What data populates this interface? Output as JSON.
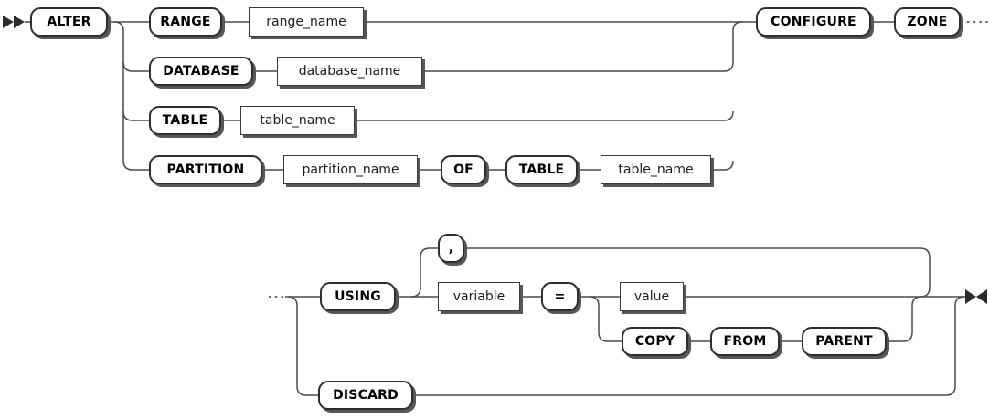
{
  "diagram": {
    "kind": "railroad-syntax-diagram",
    "statement": "ALTER ... CONFIGURE ZONE",
    "icons": {
      "start_marker": "▶▶",
      "end_marker": "▶◀",
      "continuation_dots": "⋯"
    },
    "colors": {
      "background": "#ffffff",
      "line": "#4a4a4a",
      "box_border": "#2e2e2e",
      "box_shadow": "#575757",
      "text": "#000000"
    },
    "nodes": [
      {
        "id": "alter",
        "type": "keyword",
        "label": "ALTER"
      },
      {
        "id": "range",
        "type": "keyword",
        "label": "RANGE"
      },
      {
        "id": "range_name",
        "type": "variable",
        "label": "range_name"
      },
      {
        "id": "database",
        "type": "keyword",
        "label": "DATABASE"
      },
      {
        "id": "database_name",
        "type": "variable",
        "label": "database_name"
      },
      {
        "id": "table",
        "type": "keyword",
        "label": "TABLE"
      },
      {
        "id": "table_name",
        "type": "variable",
        "label": "table_name"
      },
      {
        "id": "partition",
        "type": "keyword",
        "label": "PARTITION"
      },
      {
        "id": "partition_name",
        "type": "variable",
        "label": "partition_name"
      },
      {
        "id": "of",
        "type": "keyword",
        "label": "OF"
      },
      {
        "id": "table_2",
        "type": "keyword",
        "label": "TABLE"
      },
      {
        "id": "table_name_2",
        "type": "variable",
        "label": "table_name"
      },
      {
        "id": "configure",
        "type": "keyword",
        "label": "CONFIGURE"
      },
      {
        "id": "zone",
        "type": "keyword",
        "label": "ZONE"
      },
      {
        "id": "using",
        "type": "keyword",
        "label": "USING"
      },
      {
        "id": "comma",
        "type": "keyword",
        "label": ","
      },
      {
        "id": "variable",
        "type": "variable",
        "label": "variable"
      },
      {
        "id": "equals",
        "type": "keyword",
        "label": "="
      },
      {
        "id": "value",
        "type": "variable",
        "label": "value"
      },
      {
        "id": "copy",
        "type": "keyword",
        "label": "COPY"
      },
      {
        "id": "from",
        "type": "keyword",
        "label": "FROM"
      },
      {
        "id": "parent",
        "type": "keyword",
        "label": "PARENT"
      },
      {
        "id": "discard",
        "type": "keyword",
        "label": "DISCARD"
      }
    ]
  }
}
